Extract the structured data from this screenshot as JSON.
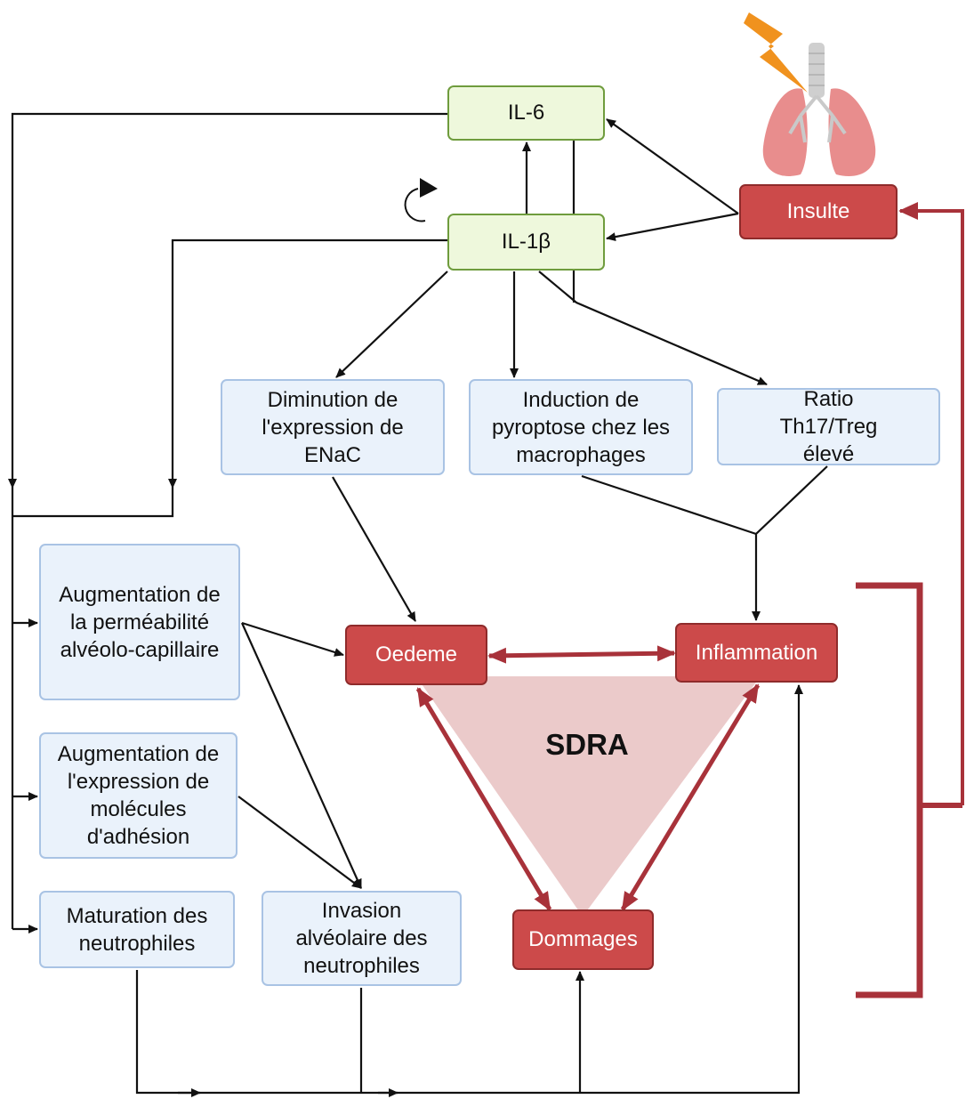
{
  "nodes": {
    "il6": "IL-6",
    "il1b": "IL-1β",
    "insulte": "Insulte",
    "enac": "Diminution de l'expression de ENaC",
    "pyroptose": "Induction de pyroptose chez les macrophages",
    "th17": "Ratio Th17/Treg élevé",
    "permeabilite": "Augmentation de la perméabilité alvéolo-capillaire",
    "adhesion": "Augmentation de l'expression de molécules d'adhésion",
    "maturation": "Maturation des neutrophiles",
    "invasion": "Invasion alvéolaire des neutrophiles",
    "oedeme": "Oedeme",
    "inflammation": "Inflammation",
    "dommages": "Dommages"
  },
  "center_label": "SDRA",
  "colors": {
    "cytokine_fill": "#eef8dc",
    "cytokine_border": "#6f9c3d",
    "effect_fill": "#eaf2fb",
    "effect_border": "#a9c3e4",
    "outcome_fill": "#cc4a4a",
    "outcome_border": "#8f2b2b",
    "triangle_fill": "#ebcaca",
    "feedback": "#a8323a",
    "lightning": "#f0921e",
    "lung": "#e88d8d"
  },
  "icons": [
    "lightning-icon",
    "lungs-icon",
    "cycle-arrow-icon"
  ]
}
